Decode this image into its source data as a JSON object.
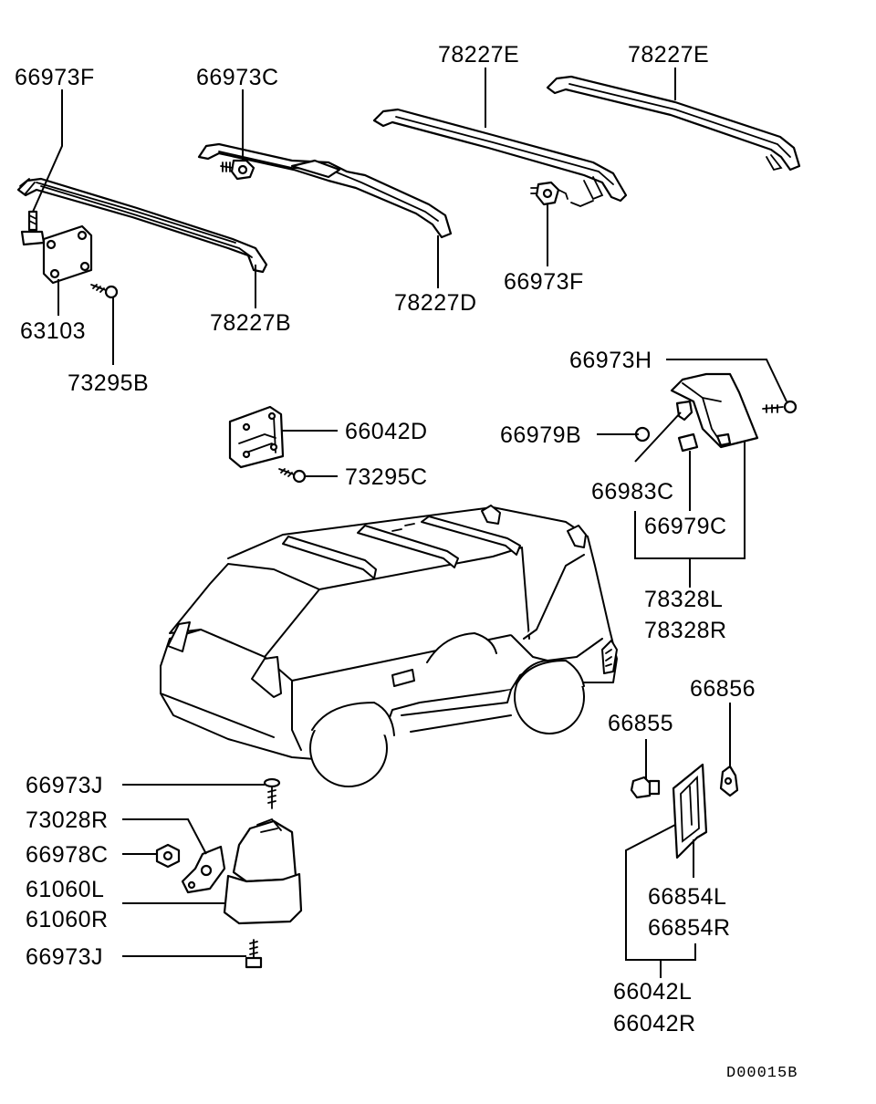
{
  "diagram_code": "D00015B",
  "labels": {
    "l_66973F_a": "66973F",
    "l_66973C": "66973C",
    "l_78227E_a": "78227E",
    "l_78227E_b": "78227E",
    "l_63103": "63103",
    "l_78227B": "78227B",
    "l_78227D": "78227D",
    "l_66973F_b": "66973F",
    "l_73295B": "73295B",
    "l_66973H": "66973H",
    "l_66042D": "66042D",
    "l_66979B": "66979B",
    "l_73295C": "73295C",
    "l_66983C": "66983C",
    "l_66979C": "66979C",
    "l_78328L": "78328L",
    "l_78328R": "78328R",
    "l_66856": "66856",
    "l_66855": "66855",
    "l_66973J_a": "66973J",
    "l_73028R": "73028R",
    "l_66978C": "66978C",
    "l_61060L": "61060L",
    "l_61060R": "61060R",
    "l_66973J_b": "66973J",
    "l_66854L": "66854L",
    "l_66854R": "66854R",
    "l_66042L": "66042L",
    "l_66042R": "66042R"
  }
}
